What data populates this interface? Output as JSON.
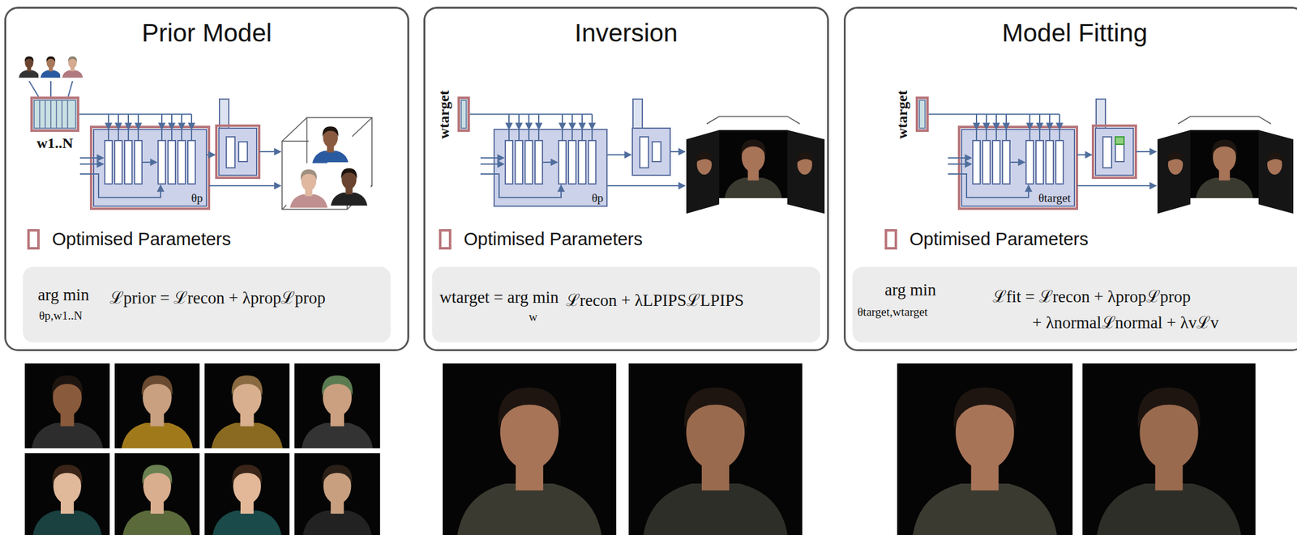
{
  "diagram": {
    "nodes": [
      {
        "text": [
          "Prior Model"
        ]
      },
      {
        "text": [
          "w1..N"
        ],
        "in": 0
      },
      {
        "text": [
          "θp"
        ],
        "in": 0
      },
      {
        "text": [
          "arg min",
          "θp,w1..N",
          "ℒprior = ℒrecon + λpropℒprop"
        ],
        "in": 0
      },
      {
        "text": [
          "Inversion"
        ]
      },
      {
        "text": [
          "wtarget"
        ],
        "in": 4
      },
      {
        "text": [
          "θp"
        ],
        "in": 4
      },
      {
        "text": [
          "wtarget = arg min",
          "w",
          "ℒrecon + λLPIPSℒLPIPS"
        ],
        "in": 4
      },
      {
        "text": [
          "Model Fitting"
        ]
      },
      {
        "text": [
          "wtarget"
        ],
        "in": 8
      },
      {
        "text": [
          "θtarget"
        ],
        "in": 8
      },
      {
        "text": [
          "arg min",
          "θtarget,wtarget",
          "ℒfit = ℒrecon + λpropℒprop",
          "+ λnormalℒnormal + λvℒv"
        ],
        "in": 8
      }
    ],
    "edges": [
      {
        "from": 1,
        "to": 2,
        "arrow": "to"
      },
      {
        "from": 5,
        "to": 6,
        "arrow": "to"
      },
      {
        "from": 9,
        "to": 10,
        "arrow": "to"
      }
    ],
    "legend": [
      {
        "text": "Optimised Parameters"
      },
      {
        "text": "Optimised Parameters"
      },
      {
        "text": "Optimised Parameters"
      }
    ]
  }
}
